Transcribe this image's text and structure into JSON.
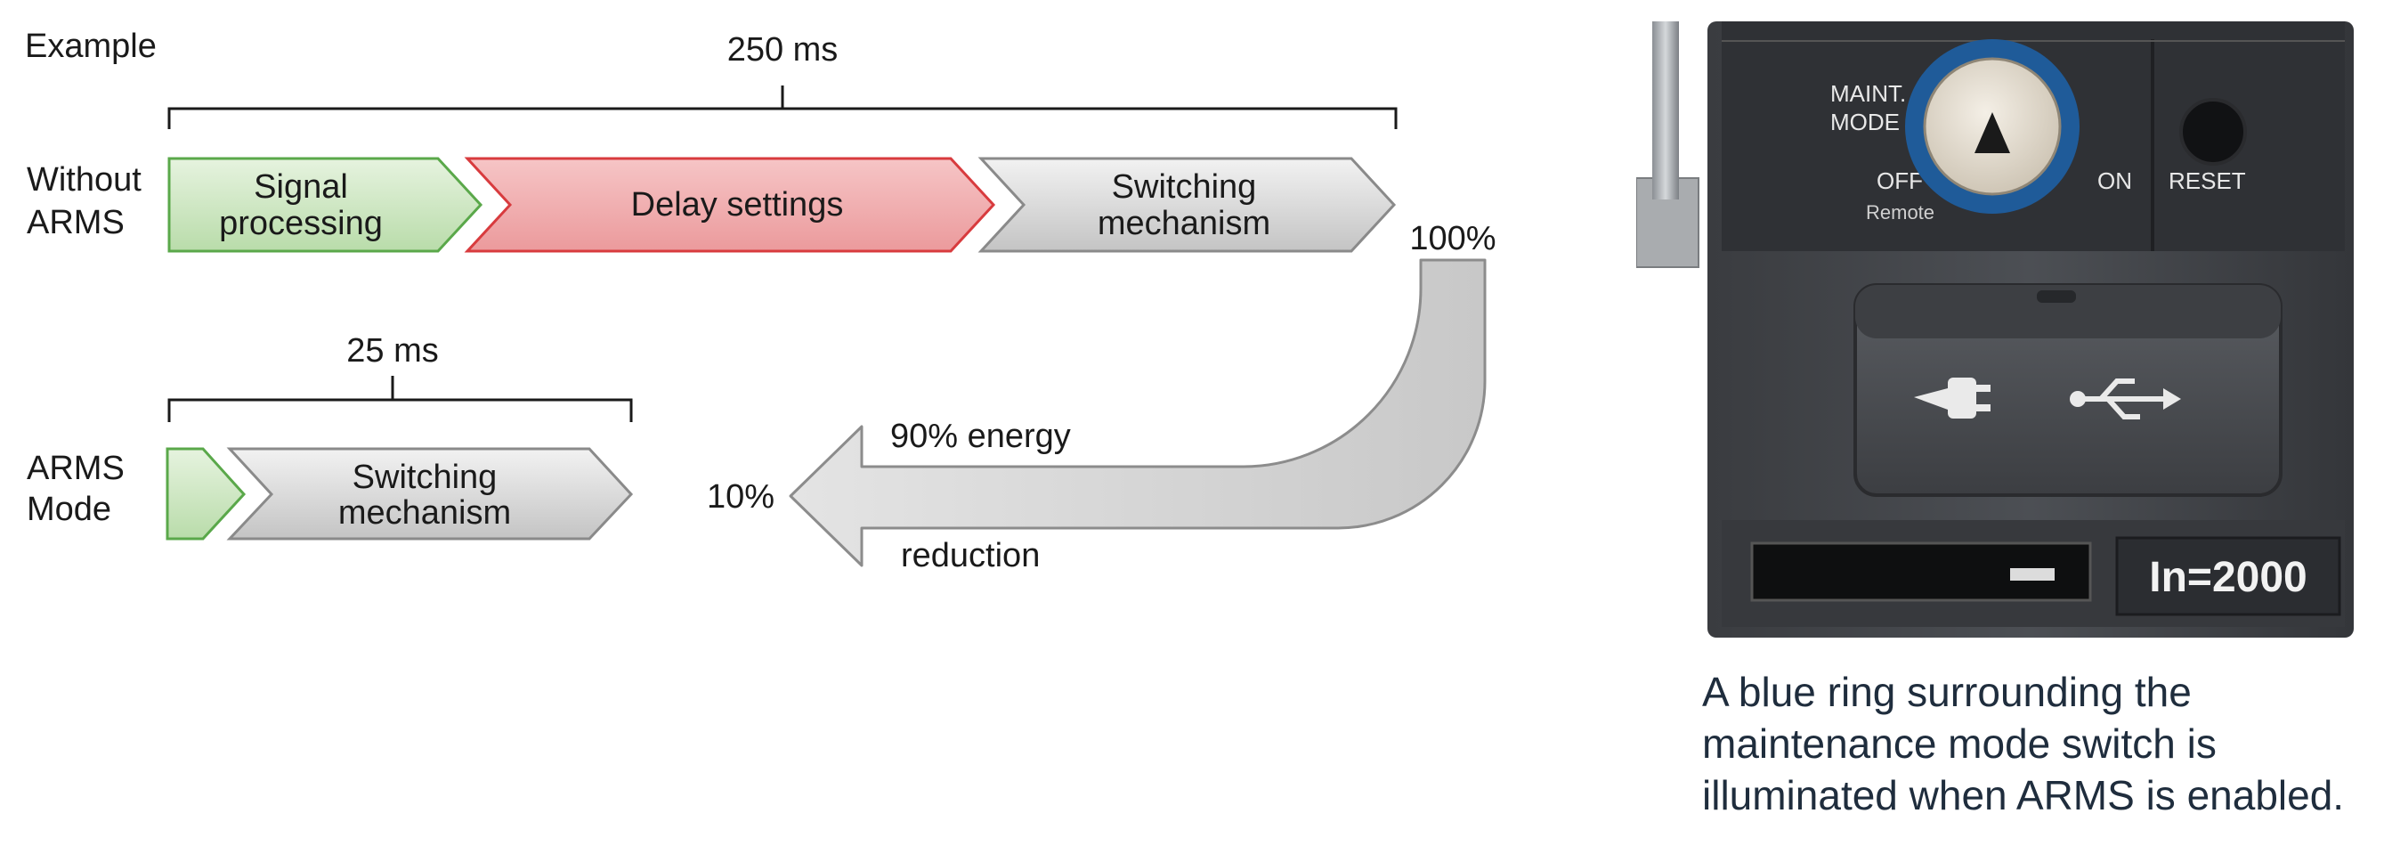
{
  "example_label": "Example",
  "without_arms": {
    "label_line1": "Without",
    "label_line2": "ARMS",
    "duration": "250 ms",
    "steps": [
      {
        "line1": "Signal",
        "line2": "processing",
        "color": "#cfe8c4",
        "border": "#5aa84a"
      },
      {
        "line1": "Delay settings",
        "line2": "",
        "color": "#f0a9aa",
        "border": "#d83b3e"
      },
      {
        "line1": "Switching",
        "line2": "mechanism",
        "color": "#d6d6d6",
        "border": "#8a8a8a"
      }
    ],
    "end_percent": "100%"
  },
  "arms_mode": {
    "label_line1": "ARMS",
    "label_line2": "Mode",
    "duration": "25 ms",
    "steps": [
      {
        "line1": "",
        "line2": "",
        "color": "#cfe8c4",
        "border": "#5aa84a"
      },
      {
        "line1": "Switching",
        "line2": "mechanism",
        "color": "#d6d6d6",
        "border": "#8a8a8a"
      }
    ],
    "end_percent": "10%"
  },
  "reduction_arrow": {
    "line1": "90% energy",
    "line2": "reduction"
  },
  "photo": {
    "maint_label_line1": "MAINT.",
    "maint_label_line2": "MODE",
    "off_label": "OFF",
    "remote_label": "Remote",
    "on_label": "ON",
    "reset_label": "RESET",
    "rating_label": "In=2000",
    "ring_color": "#2b6fb3"
  },
  "caption": "A blue ring surrounding the maintenance mode switch is illuminated when ARMS is enabled."
}
